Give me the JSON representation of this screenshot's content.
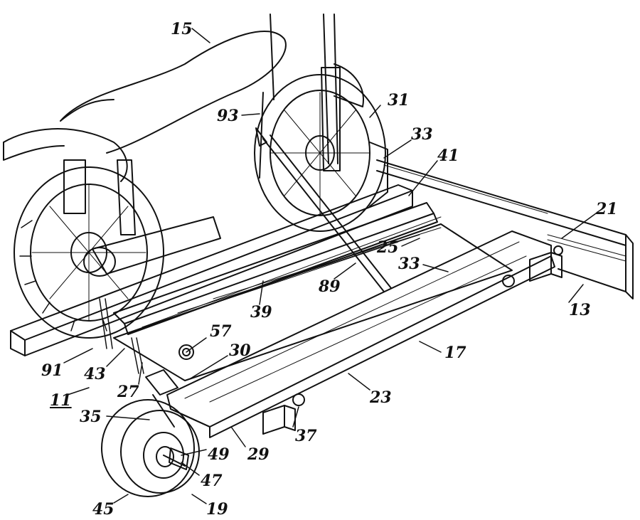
{
  "figure": {
    "labels": [
      {
        "id": "l15",
        "text": "15"
      },
      {
        "id": "l31",
        "text": "31"
      },
      {
        "id": "l93",
        "text": "93"
      },
      {
        "id": "l33a",
        "text": "33"
      },
      {
        "id": "l41",
        "text": "41"
      },
      {
        "id": "l21",
        "text": "21"
      },
      {
        "id": "l25",
        "text": "25"
      },
      {
        "id": "l33b",
        "text": "33"
      },
      {
        "id": "l89",
        "text": "89"
      },
      {
        "id": "l39",
        "text": "39"
      },
      {
        "id": "l13",
        "text": "13"
      },
      {
        "id": "l57",
        "text": "57"
      },
      {
        "id": "l30",
        "text": "30"
      },
      {
        "id": "l17",
        "text": "17"
      },
      {
        "id": "l91",
        "text": "91"
      },
      {
        "id": "l43",
        "text": "43"
      },
      {
        "id": "l27",
        "text": "27"
      },
      {
        "id": "l11",
        "text": "11"
      },
      {
        "id": "l23",
        "text": "23"
      },
      {
        "id": "l35",
        "text": "35"
      },
      {
        "id": "l37",
        "text": "37"
      },
      {
        "id": "l29",
        "text": "29"
      },
      {
        "id": "l49",
        "text": "49"
      },
      {
        "id": "l47",
        "text": "47"
      },
      {
        "id": "l45",
        "text": "45"
      },
      {
        "id": "l19",
        "text": "19"
      }
    ]
  }
}
